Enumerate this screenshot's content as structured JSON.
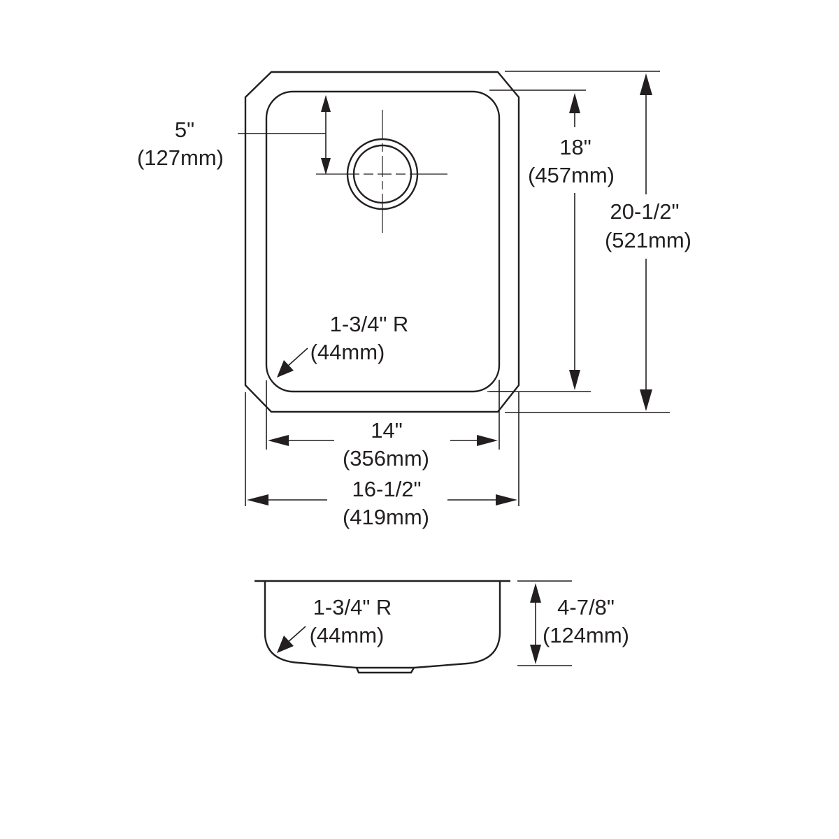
{
  "top_view": {
    "drain_offset": {
      "imperial": "5\"",
      "metric": "(127mm)"
    },
    "bowl_length": {
      "imperial": "18\"",
      "metric": "(457mm)"
    },
    "overall_length": {
      "imperial": "20-1/2\"",
      "metric": "(521mm)"
    },
    "corner_radius": {
      "imperial": "1-3/4\" R",
      "metric": "(44mm)"
    },
    "bowl_width": {
      "imperial": "14\"",
      "metric": "(356mm)"
    },
    "overall_width": {
      "imperial": "16-1/2\"",
      "metric": "(419mm)"
    }
  },
  "side_view": {
    "corner_radius": {
      "imperial": "1-3/4\" R",
      "metric": "(44mm)"
    },
    "depth": {
      "imperial": "4-7/8\"",
      "metric": "(124mm)"
    }
  },
  "line_color": "#231f20"
}
